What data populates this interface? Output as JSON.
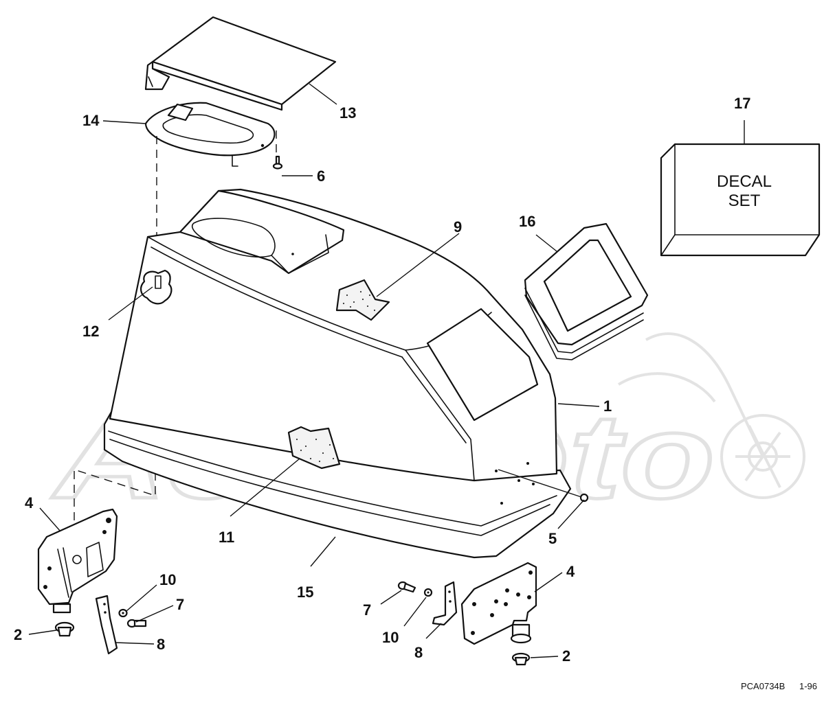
{
  "callouts": {
    "c1": "1",
    "c2a": "2",
    "c2b": "2",
    "c4a": "4",
    "c4b": "4",
    "c5": "5",
    "c6": "6",
    "c7a": "7",
    "c7b": "7",
    "c8a": "8",
    "c8b": "8",
    "c9": "9",
    "c10a": "10",
    "c10b": "10",
    "c11": "11",
    "c12": "12",
    "c13": "13",
    "c14": "14",
    "c15": "15",
    "c16": "16",
    "c17": "17"
  },
  "decal": {
    "line1": "DECAL",
    "line2": "SET"
  },
  "watermark": {
    "text": "AchMoto"
  },
  "footer": {
    "code": "PCA0734B",
    "date": "1-96"
  }
}
